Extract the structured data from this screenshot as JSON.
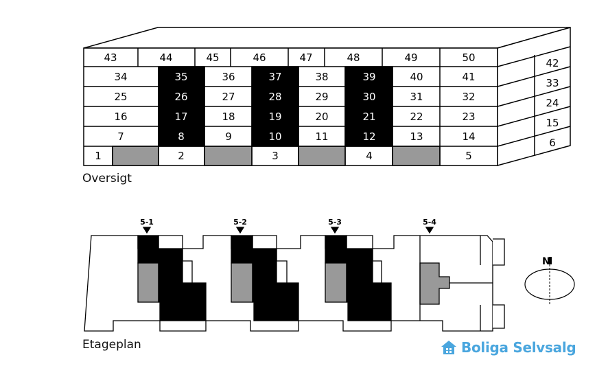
{
  "captions": {
    "overview": "Oversigt",
    "floorplan": "Etageplan"
  },
  "overview": {
    "top_row": [
      "43",
      "44",
      "45",
      "46",
      "47",
      "48",
      "49",
      "50"
    ],
    "rows": [
      [
        "34",
        "35",
        "36",
        "37",
        "38",
        "39",
        "40",
        "41"
      ],
      [
        "25",
        "26",
        "27",
        "28",
        "29",
        "30",
        "31",
        "32"
      ],
      [
        "16",
        "17",
        "18",
        "19",
        "20",
        "21",
        "22",
        "23"
      ],
      [
        "7",
        "8",
        "9",
        "10",
        "11",
        "12",
        "13",
        "14"
      ]
    ],
    "ground": [
      "1",
      "2",
      "3",
      "4",
      "5"
    ],
    "side": [
      "42",
      "33",
      "24",
      "15",
      "6"
    ]
  },
  "floorplan": {
    "markers": [
      "5-1",
      "5-2",
      "5-3",
      "5-4"
    ],
    "compass": "N"
  },
  "brand": {
    "name": "Boliga Selvsalg"
  },
  "colors": {
    "black": "#000000",
    "grey": "#999999",
    "brand": "#4aa6de"
  }
}
